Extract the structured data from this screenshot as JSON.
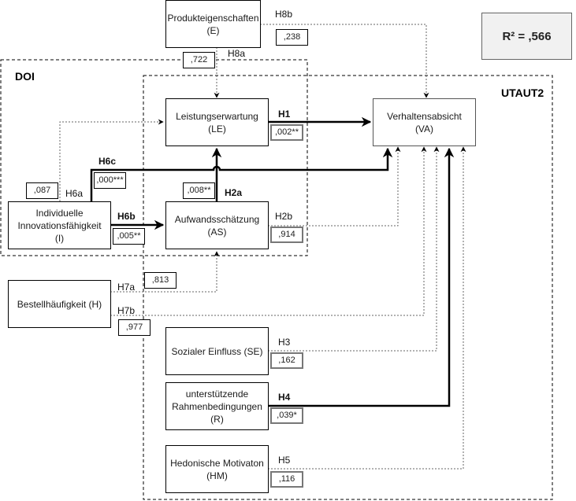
{
  "groups": {
    "doi": "DOI",
    "utaut2": "UTAUT2"
  },
  "r_squared": "R² = ,566",
  "constructs": {
    "produkteigenschaften": {
      "line1": "Produkteigenschaften",
      "line2": "(E)"
    },
    "leistungserwartung": {
      "line1": "Leistungserwartung",
      "line2": "(LE)"
    },
    "verhaltensabsicht": {
      "line1": "Verhaltensabsicht",
      "line2": "(VA)"
    },
    "innovationsfaehigkeit": {
      "line1": "Individuelle",
      "line2": "Innovationsfähigkeit",
      "line3": "(I)"
    },
    "aufwandsschaetzung": {
      "line1": "Aufwandsschätzung",
      "line2": "(AS)"
    },
    "bestellhaeufigkeit": {
      "line1": "Bestellhäufigkeit (H)"
    },
    "sozialer_einfluss": {
      "line1": "Sozialer Einfluss (SE)"
    },
    "rahmenbedingungen": {
      "line1": "unterstützende",
      "line2": "Rahmenbedingungen",
      "line3": "(R)"
    },
    "hedonische_motivation": {
      "line1": "Hedonische Motivaton",
      "line2": "(HM)"
    }
  },
  "hypotheses": [
    {
      "id": "H1",
      "from": "LE",
      "to": "VA",
      "p": ",002**",
      "significant": true
    },
    {
      "id": "H2a",
      "from": "AS",
      "to": "LE",
      "p": ",008**",
      "significant": true
    },
    {
      "id": "H2b",
      "from": "AS",
      "to": "VA",
      "p": ",914",
      "significant": false
    },
    {
      "id": "H3",
      "from": "SE",
      "to": "VA",
      "p": ",162",
      "significant": false
    },
    {
      "id": "H4",
      "from": "R",
      "to": "VA",
      "p": ",039*",
      "significant": true
    },
    {
      "id": "H5",
      "from": "HM",
      "to": "VA",
      "p": ",116",
      "significant": false
    },
    {
      "id": "H6a",
      "from": "I",
      "to": "LE",
      "p": ",087",
      "significant": false
    },
    {
      "id": "H6b",
      "from": "I",
      "to": "AS",
      "p": ",005**",
      "significant": true
    },
    {
      "id": "H6c",
      "from": "I",
      "to": "VA",
      "p": ",000***",
      "significant": true
    },
    {
      "id": "H7a",
      "from": "H",
      "to": "AS",
      "p": ",813",
      "significant": false
    },
    {
      "id": "H7b",
      "from": "H",
      "to": "VA",
      "p": ",977",
      "significant": false
    },
    {
      "id": "H8a",
      "from": "E",
      "to": "LE",
      "p": ",722",
      "significant": false
    },
    {
      "id": "H8b",
      "from": "E",
      "to": "VA",
      "p": ",238",
      "significant": false
    }
  ]
}
